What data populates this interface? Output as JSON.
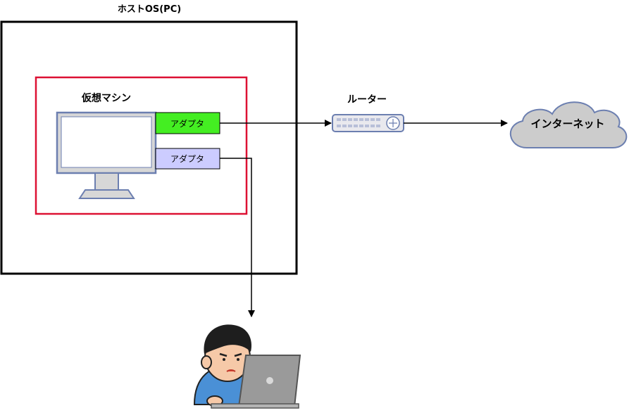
{
  "host": {
    "label": "ホストOS(PC)"
  },
  "vm": {
    "label": "仮想マシン"
  },
  "adapters": [
    {
      "label": "アダプタ",
      "color": "#44ee22"
    },
    {
      "label": "アダプタ",
      "color": "#ccccff"
    }
  ],
  "router": {
    "label": "ルーター"
  },
  "internet": {
    "label": "インターネット"
  },
  "colors": {
    "host_border": "#000000",
    "vm_border": "#dd1133",
    "monitor_stroke": "#6c7fb0",
    "cloud_fill": "#cccccc",
    "cloud_stroke": "#6c7fb0"
  },
  "icons": {
    "monitor": "monitor-icon",
    "router": "router-icon",
    "cloud": "cloud-icon",
    "user": "user-with-laptop-icon"
  }
}
